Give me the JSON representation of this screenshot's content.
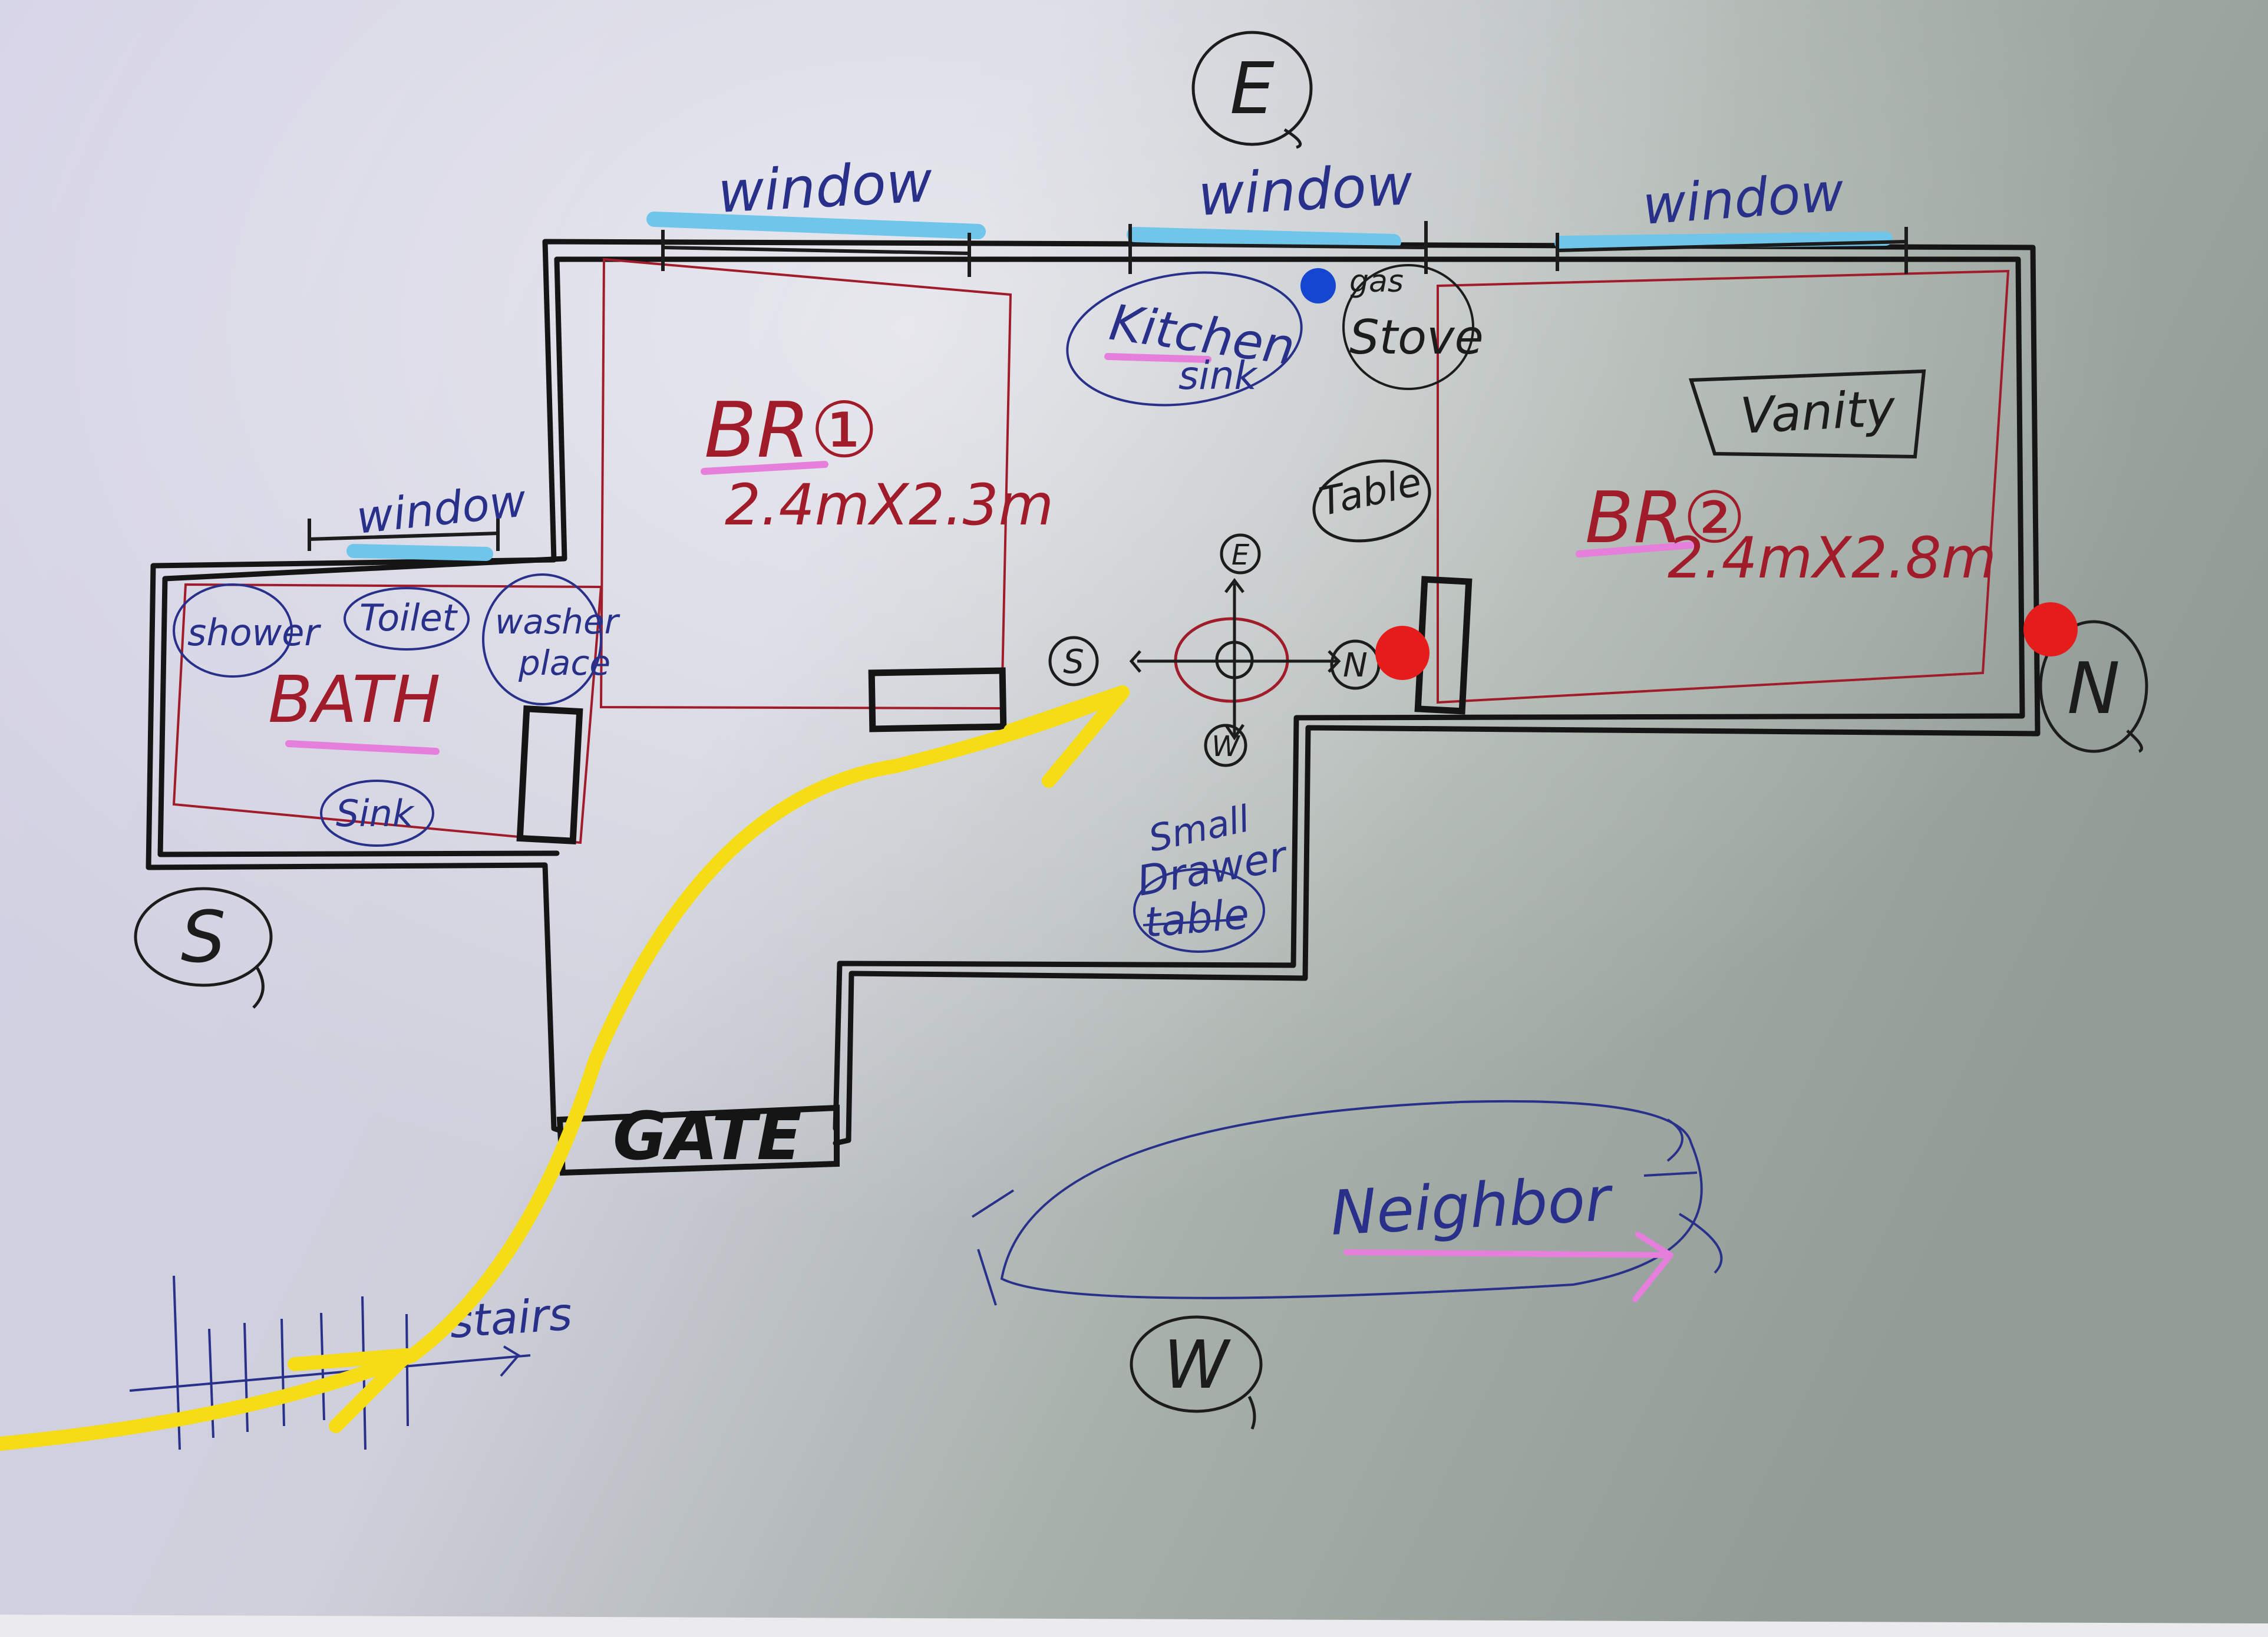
{
  "compass": {
    "east": "E",
    "south": "S",
    "north": "N",
    "west": "W"
  },
  "labels": {
    "window": "window",
    "kitchen": "Kitchen",
    "sink": "sink",
    "gas": "gas",
    "stove": "Stove",
    "vanity": "Vanity",
    "table": "Table",
    "br1": "BR①",
    "br1_size": "2.4mX2.3m",
    "br2": "BR②",
    "br2_size": "2.4mX2.8m",
    "shower": "shower",
    "toilet": "Toilet",
    "washer_1": "washer",
    "washer_2": "place",
    "bath": "BATH",
    "bath_sink": "Sink",
    "small": "Small",
    "drawer": "Drawer",
    "drawer_table": "table",
    "gate": "GATE",
    "stairs": "stairs",
    "neighbor": "Neighbor"
  },
  "colors": {
    "ink": "#1c1c1c",
    "wall": "#151515",
    "room": "#a11c2a",
    "blue_ink": "#28308a",
    "highlight": "#6fc6ea",
    "pink": "#e67fdc",
    "yellow": "#f6dc14",
    "red_dot": "#e41c1c",
    "blue_dot": "#1446d2"
  }
}
